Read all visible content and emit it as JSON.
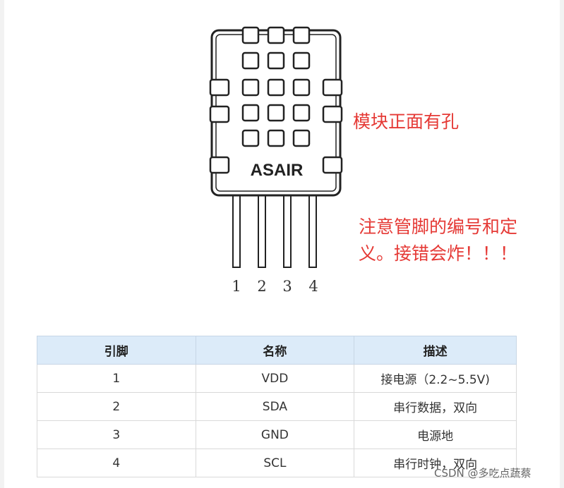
{
  "sensor": {
    "brand": "ASAIR",
    "pins": [
      "1",
      "2",
      "3",
      "4"
    ]
  },
  "annotations": {
    "front": "模块正面有孔",
    "warning_line1": "注意管脚的编号和定",
    "warning_line2": "义。接错会炸！！！"
  },
  "table": {
    "headers": [
      "引脚",
      "名称",
      "描述"
    ],
    "rows": [
      [
        "1",
        "VDD",
        "接电源（2.2~5.5V)"
      ],
      [
        "2",
        "SDA",
        "串行数据，双向"
      ],
      [
        "3",
        "GND",
        "电源地"
      ],
      [
        "4",
        "SCL",
        "串行时钟，双向"
      ]
    ]
  },
  "watermark": "CSDN @多吃点蔬蔡",
  "colors": {
    "annotation": "#e53935",
    "header_bg": "#dcebf9"
  }
}
